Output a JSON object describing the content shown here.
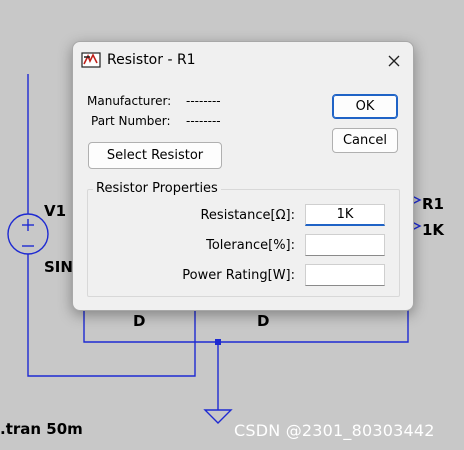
{
  "schematic": {
    "source_name": "V1",
    "source_type": "SIN",
    "resistor_name": "R1",
    "resistor_value": "1K",
    "diode_1": "D",
    "diode_2": "D",
    "directive": ".tran 50m",
    "watermark": "CSDN @2301_80303442"
  },
  "dialog": {
    "title": "Resistor - R1",
    "manufacturer_label": "Manufacturer:",
    "manufacturer_value": "--------",
    "part_number_label": "Part Number:",
    "part_number_value": "--------",
    "ok_label": "OK",
    "cancel_label": "Cancel",
    "select_label": "Select Resistor",
    "group_title": "Resistor Properties",
    "fields": {
      "resistance_label": "Resistance[Ω]:",
      "resistance_value": "1K",
      "tolerance_label": "Tolerance[%]:",
      "tolerance_value": "",
      "power_label": "Power Rating[W]:",
      "power_value": ""
    }
  },
  "colors": {
    "wire": "#1e2ad2",
    "junction": "#1e2ad2",
    "accent": "#1f63c6",
    "background": "#c8c8c8"
  },
  "icons": [
    "ltspice-app-icon",
    "close-icon",
    "ground-icon",
    "voltage-source-icon"
  ]
}
